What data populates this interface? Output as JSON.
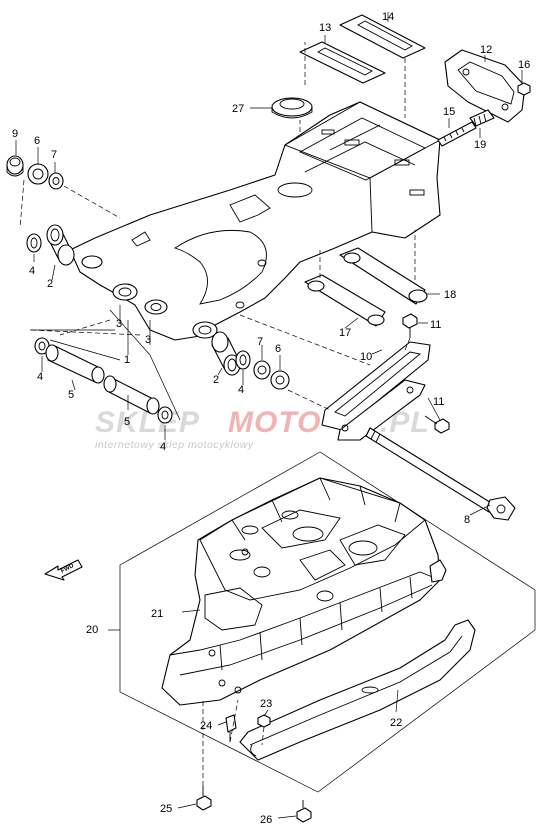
{
  "callouts": {
    "c1": "1",
    "c2a": "2",
    "c2b": "2",
    "c3a": "3",
    "c3b": "3",
    "c4a": "4",
    "c4b": "4",
    "c4c": "4",
    "c4d": "4",
    "c5a": "5",
    "c5b": "5",
    "c6a": "6",
    "c6b": "6",
    "c7a": "7",
    "c7b": "7",
    "c8": "8",
    "c9": "9",
    "c10": "10",
    "c11a": "11",
    "c11b": "11",
    "c12": "12",
    "c13": "13",
    "c14": "14",
    "c15": "15",
    "c16": "16",
    "c17": "17",
    "c18": "18",
    "c19": "19",
    "c20": "20",
    "c21": "21",
    "c22": "22",
    "c23": "23",
    "c24": "24",
    "c25": "25",
    "c26": "26",
    "c27": "27"
  },
  "fwd_label": "FWD",
  "watermark": {
    "brand_left": "SKLEP",
    "brand_right": "MOTO",
    "brand_tld": ".PL",
    "tagline": "internetowy sklep motocyklowy"
  }
}
